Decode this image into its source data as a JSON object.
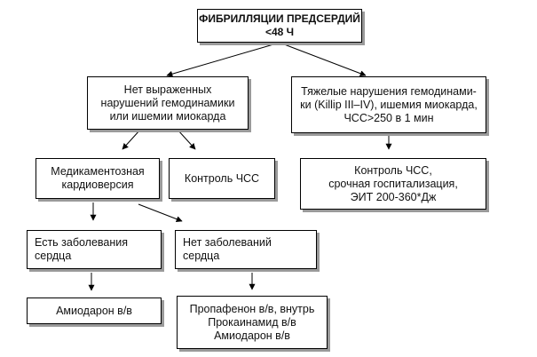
{
  "nodes": {
    "root": {
      "lines": [
        "ФИБРИЛЛЯЦИИ ПРЕДСЕРДИЙ",
        "<48 Ч"
      ]
    },
    "no_disorders": {
      "lines": [
        "Нет выраженных",
        "нарушений гемодинамики",
        "или ишемии миокарда"
      ]
    },
    "severe": {
      "lines": [
        "Тяжелые нарушения гемодинами-",
        "ки (Killip III–IV), ишемия миокарда,",
        "ЧСС>250 в 1 мин"
      ]
    },
    "med_cardioversion": {
      "lines": [
        "Медикаментозная",
        "кардиоверсия"
      ]
    },
    "hr_control": {
      "lines": [
        "Контроль ЧСС"
      ]
    },
    "hosp": {
      "lines": [
        "Контроль ЧСС,",
        "срочная госпитализация,",
        "ЭИТ 200-360*Дж"
      ]
    },
    "heart_disease": {
      "lines": [
        "Есть заболевания",
        "сердца"
      ]
    },
    "no_heart_disease": {
      "lines": [
        "Нет заболеваний",
        "сердца"
      ]
    },
    "amiodarone": {
      "lines": [
        "Амиодарон в/в"
      ]
    },
    "drugs": {
      "lines": [
        "Пропафенон в/в, внутрь",
        "Прокаинамид в/в",
        "Амиодарон в/в"
      ]
    }
  }
}
